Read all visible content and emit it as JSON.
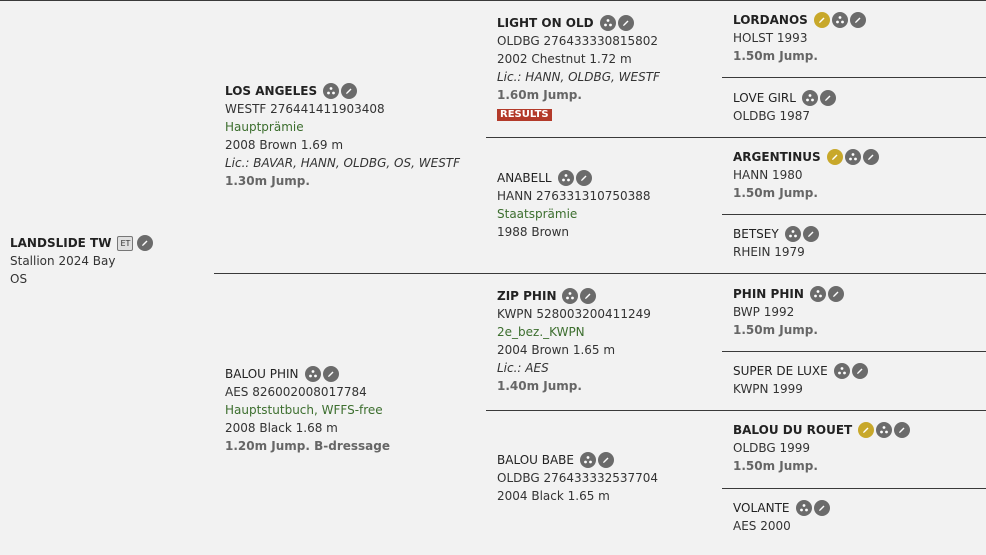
{
  "subject": {
    "name": "LANDSLIDE TW",
    "et": "ET",
    "line2": "Stallion 2024 Bay",
    "line3": "OS"
  },
  "sire": {
    "name": "LOS ANGELES",
    "reg": "WESTF 276441411903408",
    "award": "Hauptprämie",
    "info": "2008 Brown 1.69 m",
    "lic": "Lic.: BAVAR, HANN, OLDBG, OS, WESTF",
    "perf": "1.30m Jump."
  },
  "dam": {
    "name": "BALOU PHIN",
    "reg": "AES 826002008017784",
    "award": "Hauptstutbuch, WFFS-free",
    "info": "2008 Black 1.68 m",
    "perf": "1.20m Jump. B-dressage"
  },
  "ss": {
    "name": "LIGHT ON OLD",
    "reg": "OLDBG 276433330815802",
    "info": "2002 Chestnut 1.72 m",
    "lic": "Lic.: HANN, OLDBG, WESTF",
    "perf": "1.60m Jump.",
    "results": "RESULTS"
  },
  "sd": {
    "name": "ANABELL",
    "reg": "HANN 276331310750388",
    "award": "Staatsprämie",
    "info": "1988 Brown"
  },
  "ds": {
    "name": "ZIP PHIN",
    "reg": "KWPN 528003200411249",
    "award": "2e_bez._KWPN",
    "info": "2004 Brown 1.65 m",
    "lic": "Lic.: AES",
    "perf": "1.40m Jump."
  },
  "dd": {
    "name": "BALOU BABE",
    "reg": "OLDBG 276433332537704",
    "info": "2004 Black 1.65 m"
  },
  "g1": {
    "name": "LORDANOS",
    "reg": "HOLST 1993",
    "perf": "1.50m Jump."
  },
  "g2": {
    "name": "LOVE GIRL",
    "reg": "OLDBG 1987"
  },
  "g3": {
    "name": "ARGENTINUS",
    "reg": "HANN 1980",
    "perf": "1.50m Jump."
  },
  "g4": {
    "name": "BETSEY",
    "reg": "RHEIN 1979"
  },
  "g5": {
    "name": "PHIN PHIN",
    "reg": "BWP 1992",
    "perf": "1.50m Jump."
  },
  "g6": {
    "name": "SUPER DE LUXE",
    "reg": "KWPN 1999"
  },
  "g7": {
    "name": "BALOU DU ROUET",
    "reg": "OLDBG 1999",
    "perf": "1.50m Jump."
  },
  "g8": {
    "name": "VOLANTE",
    "reg": "AES 2000"
  },
  "icons": {
    "gold": "#c8a82a",
    "grey": "#6b6b6b"
  }
}
